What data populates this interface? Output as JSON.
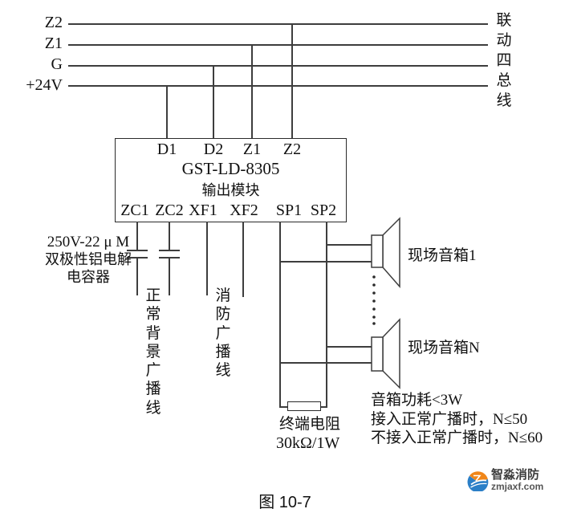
{
  "bus": {
    "labels": [
      "Z2",
      "Z1",
      "G",
      "+24V"
    ],
    "right_label": "联动四总线"
  },
  "module": {
    "model": "GST-LD-8305",
    "name": "输出模块",
    "top_terminals": [
      "D1",
      "D2",
      "Z1",
      "Z2"
    ],
    "bottom_terminals": [
      "ZC1",
      "ZC2",
      "XF1",
      "XF2",
      "SP1",
      "SP2"
    ]
  },
  "capacitor": {
    "line1": "250V-22 μ M",
    "line2": "双极性铝电解",
    "line3": "电容器"
  },
  "broadcast_lines": {
    "normal": "正常背景广播线",
    "fire": "消防广播线"
  },
  "speakers": {
    "first_label": "现场音箱1",
    "last_label": "现场音箱N"
  },
  "terminal_resistor": {
    "name": "终端电阻",
    "value": "30kΩ/1W"
  },
  "notes": [
    "音箱功耗<3W",
    "接入正常广播时，N≤50",
    "不接入正常广播时，N≤60"
  ],
  "caption": "图 10-7",
  "logo": {
    "name": "智淼消防",
    "site": "zmjaxf.com"
  },
  "colors": {
    "wire": "#3d3d3d",
    "text": "#111111",
    "logo_orange": "#f08619",
    "logo_blue": "#2b7fc7"
  }
}
